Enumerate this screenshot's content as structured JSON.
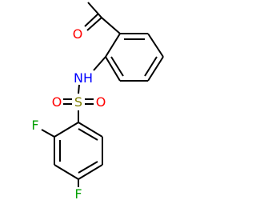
{
  "molecule": {
    "atoms": {
      "oxygen_carbonyl": {
        "symbol": "O",
        "color": "#FF0000"
      },
      "nitrogen_amide": {
        "symbol": "NH",
        "color": "#0000FF"
      },
      "sulfur": {
        "symbol": "S",
        "color": "#808000"
      },
      "oxygen_sulfonyl_left": {
        "symbol": "O",
        "color": "#FF0000"
      },
      "oxygen_sulfonyl_right": {
        "symbol": "O",
        "color": "#FF0000"
      },
      "fluorine_ortho": {
        "symbol": "F",
        "color": "#00A000"
      },
      "fluorine_para": {
        "symbol": "F",
        "color": "#00A000"
      }
    },
    "bond_color": "#000000",
    "background": "#FFFFFF"
  }
}
